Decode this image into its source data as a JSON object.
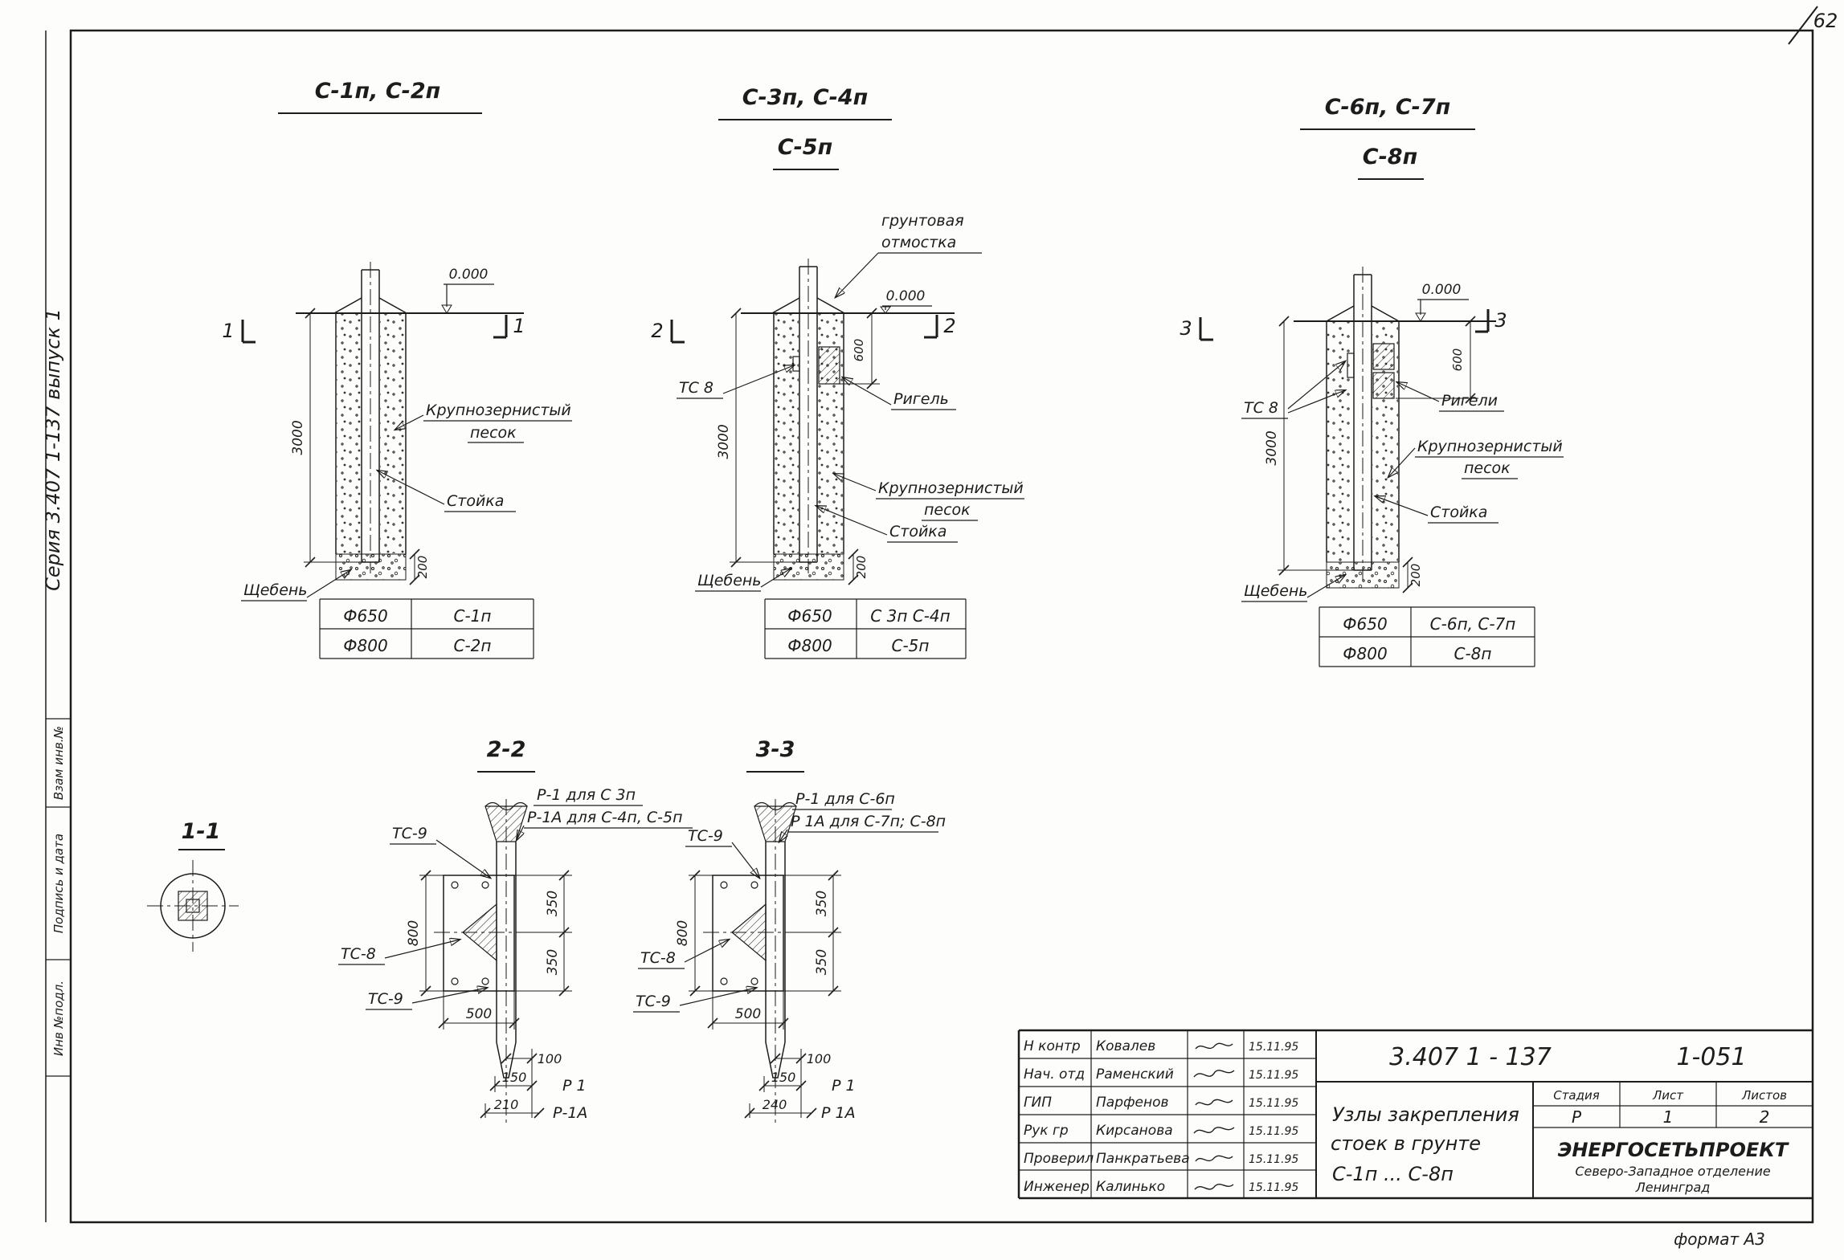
{
  "colors": {
    "ink": "#1c1c1c",
    "paper": "#fdfdfb"
  },
  "page": {
    "corner_number": "62",
    "format_note": "формат А3"
  },
  "margin": {
    "series_text": "Серия 3.407 1-137 выпуск 1",
    "stamp_vzam": "Взам инв.№",
    "stamp_podpis": "Подпись и дата",
    "stamp_inv": "Инв №подл."
  },
  "d1": {
    "title": "С-1п, С-2п",
    "zero": "0.000",
    "depth": "3000",
    "gravel_dim": "200",
    "sand1": "Крупнозернистый",
    "sand2": "песок",
    "post": "Стойка",
    "gravel": "Щебень",
    "mark": "1",
    "t1d": "Ф650",
    "t1m": "С-1п",
    "t2d": "Ф800",
    "t2m": "С-2п"
  },
  "d2": {
    "title1": "С-3п, С-4п",
    "title2": "С-5п",
    "otm1": "грунтовая",
    "otm2": "отмостка",
    "zero": "0.000",
    "dim600": "600",
    "tc8": "ТС 8",
    "rigel": "Ригель",
    "depth": "3000",
    "gravel_dim": "200",
    "sand1": "Крупнозернистый",
    "sand2": "песок",
    "post": "Стойка",
    "gravel": "Щебень",
    "mark": "2",
    "t1d": "Ф650",
    "t1m": "С 3п С-4п",
    "t2d": "Ф800",
    "t2m": "С-5п"
  },
  "d3": {
    "title1": "С-6п, С-7п",
    "title2": "С-8п",
    "zero": "0.000",
    "dim600": "600",
    "tc8": "ТС 8",
    "rigel": "Ригели",
    "depth": "3000",
    "gravel_dim": "200",
    "sand1": "Крупнозернистый",
    "sand2": "песок",
    "post": "Стойка",
    "gravel": "Щебень",
    "mark": "3",
    "t1d": "Ф650",
    "t1m": "С-6п, С-7п",
    "t2d": "Ф800",
    "t2m": "С-8п"
  },
  "s11": {
    "title": "1-1"
  },
  "s22": {
    "title": "2-2",
    "note1": "Р-1 для С 3п",
    "note2": "Р-1А для С-4п, С-5п",
    "tc9a": "ТС-9",
    "tc8": "ТС-8",
    "tc9b": "ТС-9",
    "dim800": "800",
    "dim350a": "350",
    "dim350b": "350",
    "dim500": "500",
    "dim100": "100",
    "dim150": "150",
    "dim210": "210",
    "p1": "Р 1",
    "p1a": "Р-1А"
  },
  "s33": {
    "title": "3-3",
    "note1": "Р-1 для С-6п",
    "note2": "Р 1А для С-7п; С-8п",
    "tc9a": "ТС-9",
    "tc8": "ТС-8",
    "tc9b": "ТС-9",
    "dim800": "800",
    "dim350a": "350",
    "dim350b": "350",
    "dim500": "500",
    "dim100": "100",
    "dim150": "150",
    "dim240": "240",
    "p1": "Р 1",
    "p1a": "Р 1А"
  },
  "stamp": {
    "doc_left": "3.407 1 - 137",
    "doc_right": "1-051",
    "rows": [
      {
        "role": "Н контр",
        "name": "Ковалев",
        "date": "15.11.95"
      },
      {
        "role": "Нач. отд",
        "name": "Раменский",
        "date": "15.11.95"
      },
      {
        "role": "ГИП",
        "name": "Парфенов",
        "date": "15.11.95"
      },
      {
        "role": "Рук гр",
        "name": "Кирсанова",
        "date": "15.11.95"
      },
      {
        "role": "Проверил",
        "name": "Панкратьева",
        "date": "15.11.95"
      },
      {
        "role": "Инженер",
        "name": "Калинько",
        "date": "15.11.95"
      }
    ],
    "subject1": "Узлы закрепления",
    "subject2": "стоек в грунте",
    "subject3": "С-1п ... С-8п",
    "h_stage": "Стадия",
    "h_sheet": "Лист",
    "h_sheets": "Листов",
    "stage": "Р",
    "sheet": "1",
    "sheets": "2",
    "org1": "ЭНЕРГОСЕТЬПРОЕКТ",
    "org2": "Северо-Западное отделение",
    "org3": "Ленинград"
  }
}
